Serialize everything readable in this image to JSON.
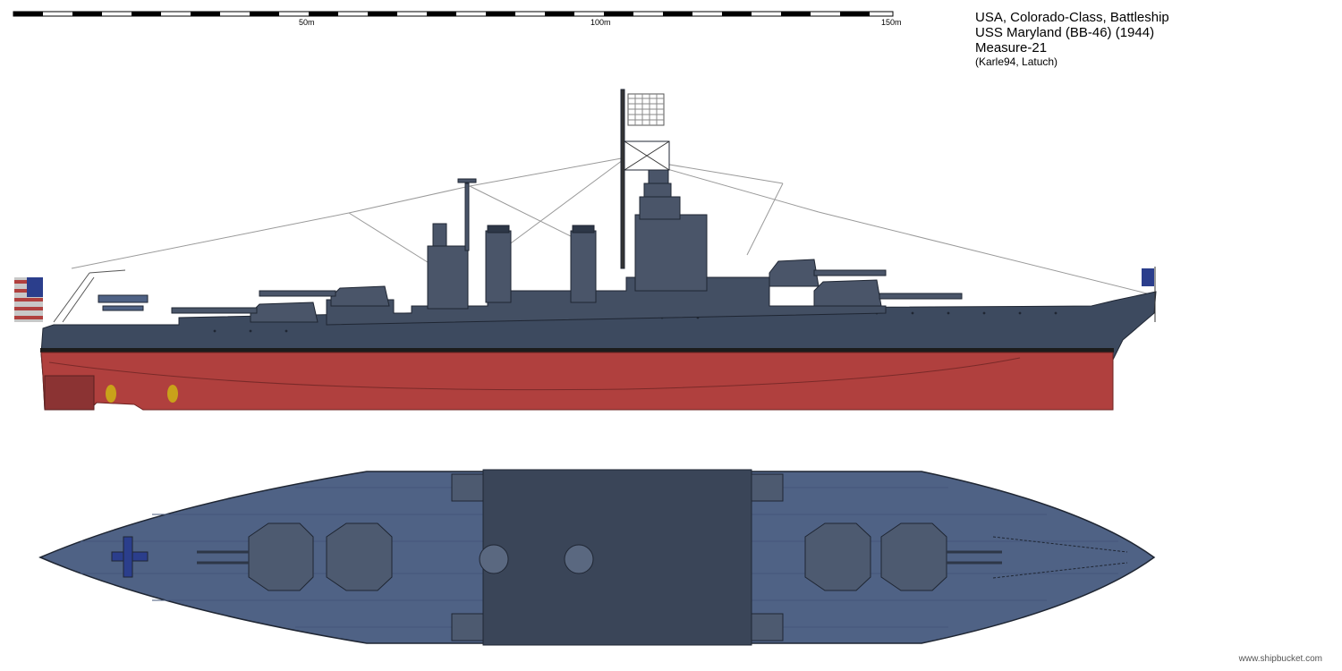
{
  "scale": {
    "labels": [
      "50m",
      "100m",
      "150m"
    ]
  },
  "title": {
    "line1": "USA, Colorado-Class, Battleship",
    "line2": "USS Maryland (BB-46) (1944)",
    "line3": "Measure-21",
    "line4": "(Karle94, Latuch)"
  },
  "credit": "www.shipbucket.com",
  "colors": {
    "hull_gray": "#3d4a5f",
    "deck_blue": "#4f6285",
    "boot_black": "#1c1c1c",
    "antifouling_red": "#b0403e",
    "propeller_gold": "#c9a21a"
  }
}
